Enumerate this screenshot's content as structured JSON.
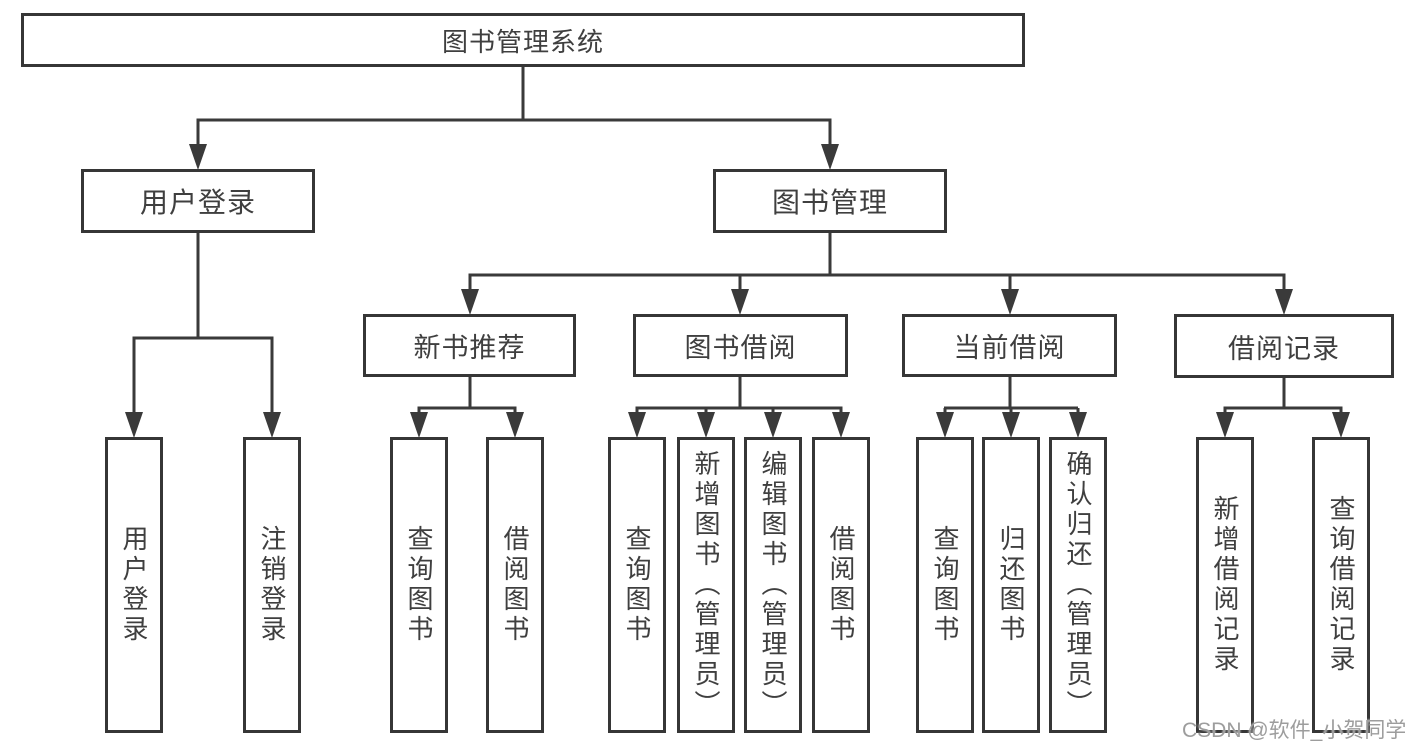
{
  "tree": {
    "label": "图书管理系统",
    "children": [
      {
        "label": "用户登录",
        "children": [
          {
            "label": "用户登录"
          },
          {
            "label": "注销登录"
          }
        ]
      },
      {
        "label": "图书管理",
        "children": [
          {
            "label": "新书推荐",
            "children": [
              {
                "label": "查询图书"
              },
              {
                "label": "借阅图书"
              }
            ]
          },
          {
            "label": "图书借阅",
            "children": [
              {
                "label": "查询图书"
              },
              {
                "label": "新增图书（管理员）"
              },
              {
                "label": "编辑图书（管理员）"
              },
              {
                "label": "借阅图书"
              }
            ]
          },
          {
            "label": "当前借阅",
            "children": [
              {
                "label": "查询图书"
              },
              {
                "label": "归还图书"
              },
              {
                "label": "确认归还（管理员）"
              }
            ]
          },
          {
            "label": "借阅记录",
            "children": [
              {
                "label": "新增借阅记录"
              },
              {
                "label": "查询借阅记录"
              }
            ]
          }
        ]
      }
    ]
  },
  "watermark": {
    "text": "CSDN @软件_小贺同学"
  },
  "colors": {
    "line": "#3a3a3a",
    "border": "#363636",
    "text": "#3f3f3f",
    "watermark": "#9d9d9d",
    "background": "#ffffff"
  }
}
